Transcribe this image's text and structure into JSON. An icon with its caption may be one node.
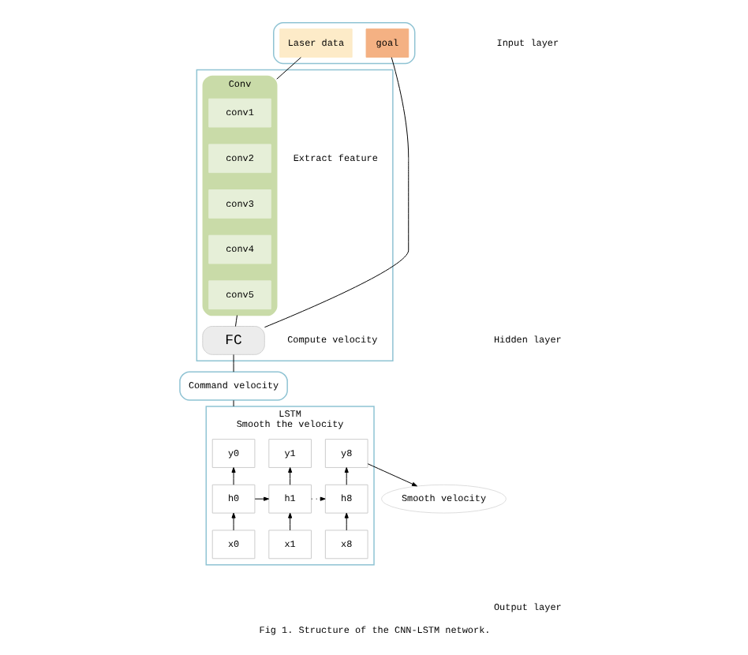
{
  "diagram": {
    "caption": "Fig 1. Structure of the CNN-LSTM network.",
    "nodes": [
      {
        "text": [],
        "shape": "box"
      },
      {
        "text": [
          "Laser data"
        ],
        "in": 0
      },
      {
        "text": [
          "goal"
        ],
        "in": 0
      },
      {
        "text": [],
        "shape": "box"
      },
      {
        "text": [
          "Conv"
        ],
        "in": 3,
        "beside": [
          "Extract feature"
        ]
      },
      {
        "text": [
          "conv1"
        ],
        "in": 4
      },
      {
        "text": [
          "conv2"
        ],
        "in": 4
      },
      {
        "text": [
          "conv3"
        ],
        "in": 4
      },
      {
        "text": [
          "conv4"
        ],
        "in": 4
      },
      {
        "text": [
          "conv5"
        ],
        "in": 4
      },
      {
        "text": [
          "FC"
        ],
        "in": 3,
        "beside": [
          "Compute velocity"
        ]
      },
      {
        "text": [
          "Command velocity"
        ]
      },
      {
        "text": [
          "LSTM",
          "Smooth the velocity"
        ]
      },
      {
        "text": [
          "y0"
        ],
        "in": 12
      },
      {
        "text": [
          "y1"
        ],
        "in": 12
      },
      {
        "text": [
          "y8"
        ],
        "in": 12
      },
      {
        "text": [
          "h0"
        ],
        "in": 12
      },
      {
        "text": [
          "h1"
        ],
        "in": 12
      },
      {
        "text": [
          "h8"
        ],
        "in": 12
      },
      {
        "text": [
          "x0"
        ],
        "in": 12
      },
      {
        "text": [
          "x1"
        ],
        "in": 12
      },
      {
        "text": [
          "x8"
        ],
        "in": 12
      },
      {
        "text": [
          "Smooth velocity"
        ]
      }
    ],
    "edges": [
      {
        "from": 1,
        "to": 4,
        "arrow": "none"
      },
      {
        "from": 2,
        "to": 10,
        "arrow": "none"
      },
      {
        "from": 4,
        "to": 10,
        "arrow": "none"
      },
      {
        "from": 10,
        "to": 11,
        "arrow": "none"
      },
      {
        "from": 11,
        "to": 12,
        "arrow": "none"
      },
      {
        "from": 19,
        "to": 16,
        "arrow": "to"
      },
      {
        "from": 16,
        "to": 13,
        "arrow": "to"
      },
      {
        "from": 20,
        "to": 17,
        "arrow": "to"
      },
      {
        "from": 17,
        "to": 14,
        "arrow": "to"
      },
      {
        "from": 21,
        "to": 18,
        "arrow": "to"
      },
      {
        "from": 18,
        "to": 15,
        "arrow": "to"
      },
      {
        "from": 16,
        "to": 17,
        "arrow": "to"
      },
      {
        "from": 17,
        "to": 18,
        "arrow": "to",
        "style": "dashed"
      },
      {
        "from": 15,
        "to": 22,
        "arrow": "to"
      }
    ],
    "labels": [
      "Input layer",
      "Hidden layer",
      "Output layer"
    ]
  }
}
